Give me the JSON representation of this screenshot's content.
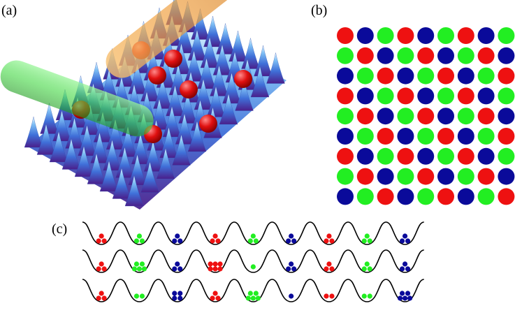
{
  "panels": {
    "a": {
      "label": "(a)"
    },
    "b": {
      "label": "(b)"
    },
    "c": {
      "label": "(c)"
    }
  },
  "colors": {
    "red": "#ee1111",
    "green": "#22ee22",
    "blue": "#0a0a9a",
    "lattice_light": "#bfe6ff",
    "lattice_mid": "#4f8fe8",
    "lattice_deep": "#4a1f8c",
    "beam_green": "#55e055",
    "beam_orange": "#f0a040"
  },
  "grid_pattern": [
    "r",
    "b",
    "g",
    "r",
    "b",
    "g",
    "r",
    "b",
    "g"
  ],
  "wells": {
    "rows": [
      [
        [
          "r",
          3
        ],
        [
          "g",
          3
        ],
        [
          "b",
          3
        ],
        [
          "r",
          3
        ],
        [
          "g",
          3
        ],
        [
          "b",
          3
        ],
        [
          "r",
          3
        ],
        [
          "g",
          3
        ],
        [
          "b",
          3
        ]
      ],
      [
        [
          "r",
          3
        ],
        [
          "g",
          5
        ],
        [
          "b",
          3
        ],
        [
          "r",
          6
        ],
        [
          "g",
          1
        ],
        [
          "b",
          3
        ],
        [
          "r",
          3
        ],
        [
          "g",
          3
        ],
        [
          "b",
          3
        ]
      ],
      [
        [
          "r",
          3
        ],
        [
          "g",
          2
        ],
        [
          "b",
          4
        ],
        [
          "r",
          3
        ],
        [
          "g",
          5
        ],
        [
          "b",
          1
        ],
        [
          "r",
          2
        ],
        [
          "g",
          2
        ],
        [
          "b",
          5
        ]
      ]
    ]
  }
}
